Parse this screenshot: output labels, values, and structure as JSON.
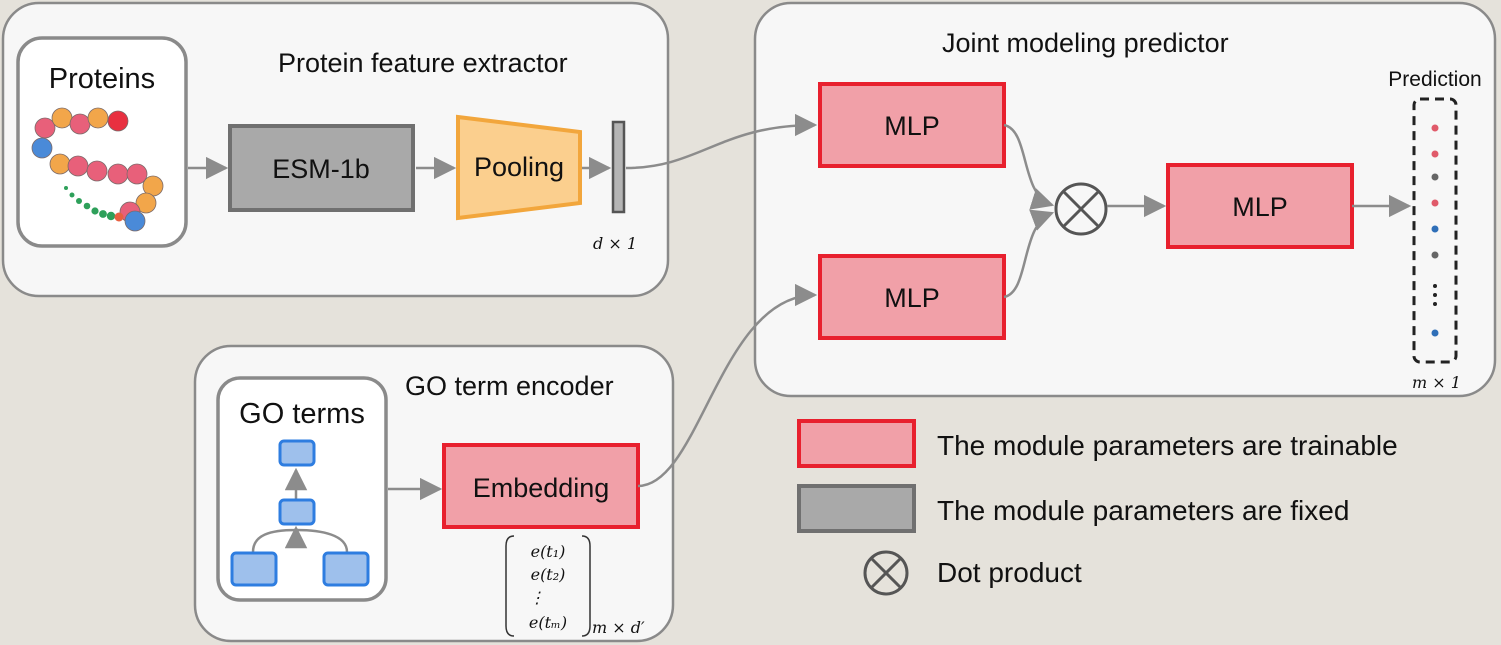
{
  "panels": {
    "protein_extractor": {
      "title": "Protein feature extractor"
    },
    "joint_predictor": {
      "title": "Joint modeling predictor"
    },
    "go_encoder": {
      "title": "GO term encoder"
    }
  },
  "proteins": {
    "label": "Proteins"
  },
  "go_terms": {
    "label": "GO terms"
  },
  "modules": {
    "esm": "ESM-1b",
    "pooling": "Pooling",
    "embedding": "Embedding",
    "mlp_protein": "MLP",
    "mlp_go": "MLP",
    "mlp_joint": "MLP"
  },
  "dims": {
    "feature": "d × 1",
    "output": "m × 1",
    "embedding": "m × d′"
  },
  "embedding_matrix": {
    "rows": [
      "e(t₁)",
      "e(t₂)",
      "⋮",
      "e(tₘ)"
    ]
  },
  "prediction": {
    "label": "Prediction"
  },
  "prediction_dots": [
    "#e05a6a",
    "#e05a6a",
    "#666666",
    "#e05a6a",
    "#2f6fb8",
    "#666666",
    "ellipsis",
    "#2f6fb8"
  ],
  "protein_beads": {
    "colors": [
      "#e8607a",
      "#f2a64a",
      "#e8607a",
      "#f2a64a",
      "#e83040",
      "#4a8ad8",
      "#f2a64a",
      "#e8607a",
      "#e8607a",
      "#e8607a",
      "#e8607a",
      "#f2a64a",
      "#f2a64a",
      "#e8607a",
      "#4a8ad8"
    ]
  },
  "legend": {
    "trainable": "The module parameters are trainable",
    "fixed": "The module parameters are fixed",
    "dot_product": "Dot product"
  },
  "colors": {
    "trainable_fill": "#f1a0a8",
    "trainable_border": "#e8202e",
    "fixed_fill": "#a9a9a9",
    "fixed_border": "#707070",
    "pooling_fill": "#fbcf8e",
    "pooling_border": "#f2a63c",
    "go_node_fill": "#9ec0ec",
    "go_node_border": "#2e7de0",
    "panel_fill": "#f7f7f7",
    "arrow": "#8c8c8c"
  }
}
